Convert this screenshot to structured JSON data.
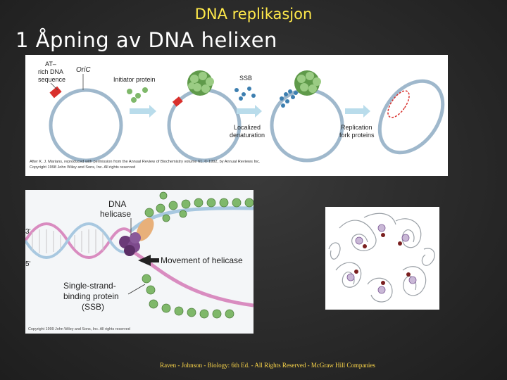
{
  "slide": {
    "title": "DNA replikasjon",
    "heading": "1 Åpning av DNA helixen",
    "footer": "Raven - Johnson - Biology: 6th Ed. - All Rights Reserved - McGraw Hill Companies"
  },
  "figure1": {
    "labels": {
      "at_rich": "AT-rich DNA sequence",
      "at_rich_line1": "AT–",
      "at_rich_line2": "rich DNA",
      "at_rich_line3": "sequence",
      "oric": "OriC",
      "initiator": "Initiator protein",
      "ssb": "SSB",
      "localized1": "Localized",
      "localized2": "denaturation",
      "replication1": "Replication",
      "replication2": "fork proteins"
    },
    "credit1": "After K. J. Marians, reproduced with permission from the Annual Review of Biochemistry volume 61, © 1992, by Annual Reviews Inc.",
    "credit2": "Copyright 1998 John Wiley and Sons, Inc. All rights reserved"
  },
  "figure2": {
    "labels": {
      "dna_helicase1": "DNA",
      "dna_helicase2": "helicase",
      "three_prime": "3'",
      "five_prime": "5'",
      "movement": "Movement of helicase",
      "ssb1": "Single-strand-",
      "ssb2": "binding protein",
      "ssb3": "(SSB)"
    },
    "credit": "Copyright 1999 John Wiley and Sons, Inc. All rights reserved"
  },
  "colors": {
    "title": "#ffe94a",
    "footer": "#ffd94a",
    "ssb_green": "#7fb86a",
    "helicase_purple": "#6b3a78",
    "strand_blue": "#a8c8e0",
    "strand_pink": "#d98cc0",
    "at_red": "#d9302c"
  }
}
